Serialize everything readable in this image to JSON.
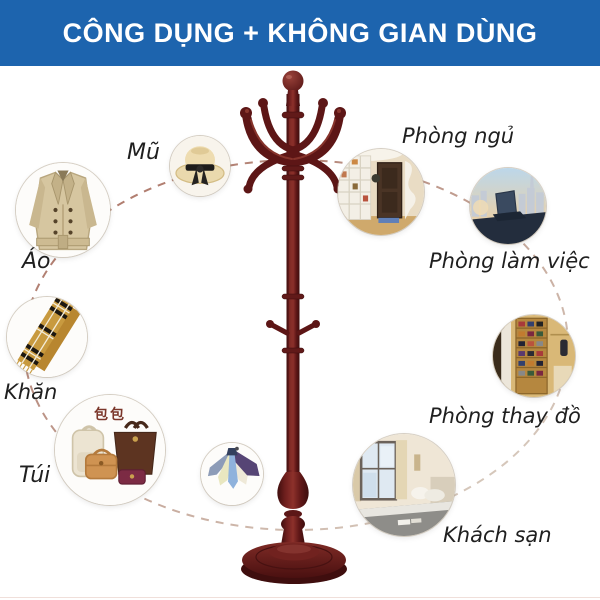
{
  "header": {
    "title": "CÔNG DỤNG + KHÔNG GIAN DÙNG"
  },
  "colors": {
    "header_bg": "#1d64ae",
    "header_text": "#ffffff",
    "wood": "#5e1a1a",
    "dash_warm": "#a96e60",
    "dash_cool": "#ddd6ca",
    "label_text": "#1f1f1f"
  },
  "center_figure": "wooden-coat-rack-stand",
  "items": {
    "hat": {
      "label": "Mũ",
      "image": "straw-hat-photo"
    },
    "coat": {
      "label": "Áo",
      "image": "trench-coat-photo"
    },
    "scarf": {
      "label": "Khăn",
      "image": "plaid-scarf-photo"
    },
    "bag": {
      "label": "Túi",
      "image": "handbags-photo",
      "overlay_text": "包包"
    },
    "ties": {
      "image": "neckties-photo"
    }
  },
  "spaces": {
    "bedroom": {
      "label": "Phòng ngủ",
      "image": "bedroom-photo"
    },
    "office": {
      "label": "Phòng làm việc",
      "image": "office-photo"
    },
    "dressing": {
      "label": "Phòng thay đồ",
      "image": "dressing-room-photo"
    },
    "hotel": {
      "label": "Khách sạn",
      "image": "hotel-room-photo"
    }
  }
}
